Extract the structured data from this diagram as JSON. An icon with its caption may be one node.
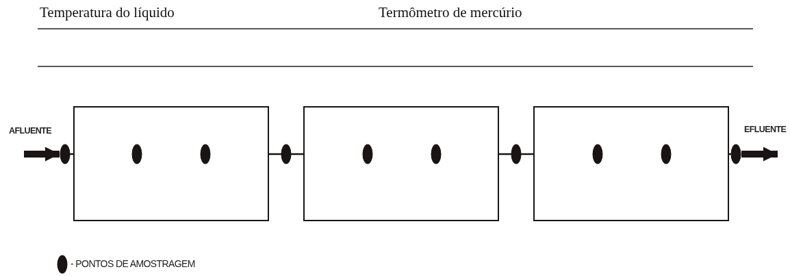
{
  "diagram": {
    "nodes": [
      {
        "text": [],
        "shape": "box"
      },
      {
        "text": [],
        "shape": "box"
      },
      {
        "text": [],
        "shape": "box"
      }
    ],
    "edges": [
      {
        "from": null,
        "to": 0,
        "arrow": "to",
        "style": "thick"
      },
      {
        "from": 0,
        "to": 1,
        "arrow": "none"
      },
      {
        "from": 1,
        "to": 2,
        "arrow": "none"
      },
      {
        "from": 2,
        "to": null,
        "arrow": "to",
        "style": "thick"
      }
    ],
    "labels": [
      "Temperatura do líquido",
      "Termômetro de mercúrio",
      "AFLUENTE",
      "EFLUENTE"
    ],
    "legend": [
      {
        "text": "- PONTOS DE AMOSTRAGEM"
      }
    ]
  }
}
